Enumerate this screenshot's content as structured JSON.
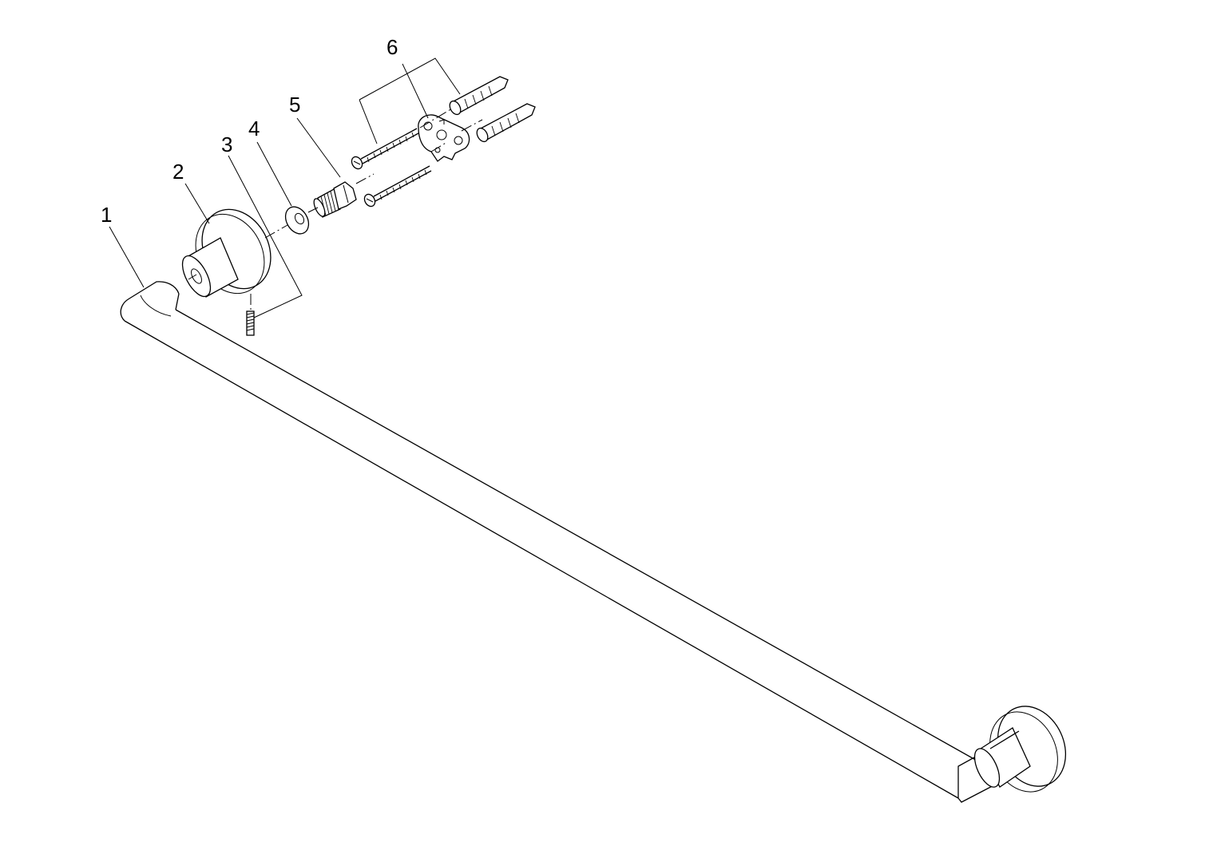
{
  "diagram": {
    "parts": [
      {
        "id": "1",
        "label": "1"
      },
      {
        "id": "2",
        "label": "2"
      },
      {
        "id": "3",
        "label": "3"
      },
      {
        "id": "4",
        "label": "4"
      },
      {
        "id": "5",
        "label": "5"
      },
      {
        "id": "6",
        "label": "6"
      }
    ]
  }
}
